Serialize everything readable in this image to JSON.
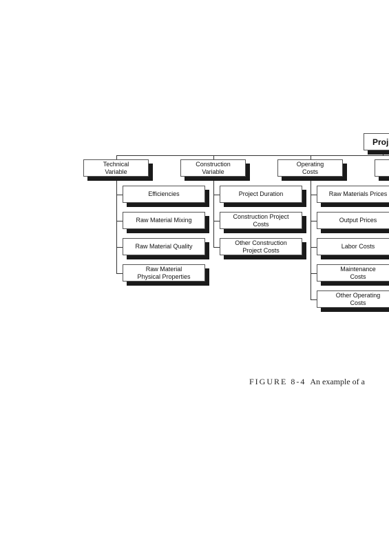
{
  "diagram": {
    "root": {
      "label": "Proj"
    },
    "categories": [
      {
        "label": "Technical\nVariable",
        "items": [
          "Efficiencies",
          "Raw Material Mixing",
          "Raw Material Quality",
          "Raw Material\nPhysical Properties"
        ]
      },
      {
        "label": "Construction\nVariable",
        "items": [
          "Project Duration",
          "Construction Project\nCosts",
          "Other Construction\nProject Costs"
        ]
      },
      {
        "label": "Operating\nCosts",
        "items": [
          "Raw Materials Prices",
          "Output Prices",
          "Labor Costs",
          "Maintenance\nCosts",
          "Other Operating\nCosts"
        ]
      },
      {
        "label": "",
        "items": []
      }
    ]
  },
  "caption": {
    "label": "FIGURE 8-4",
    "text": "An example of a"
  }
}
